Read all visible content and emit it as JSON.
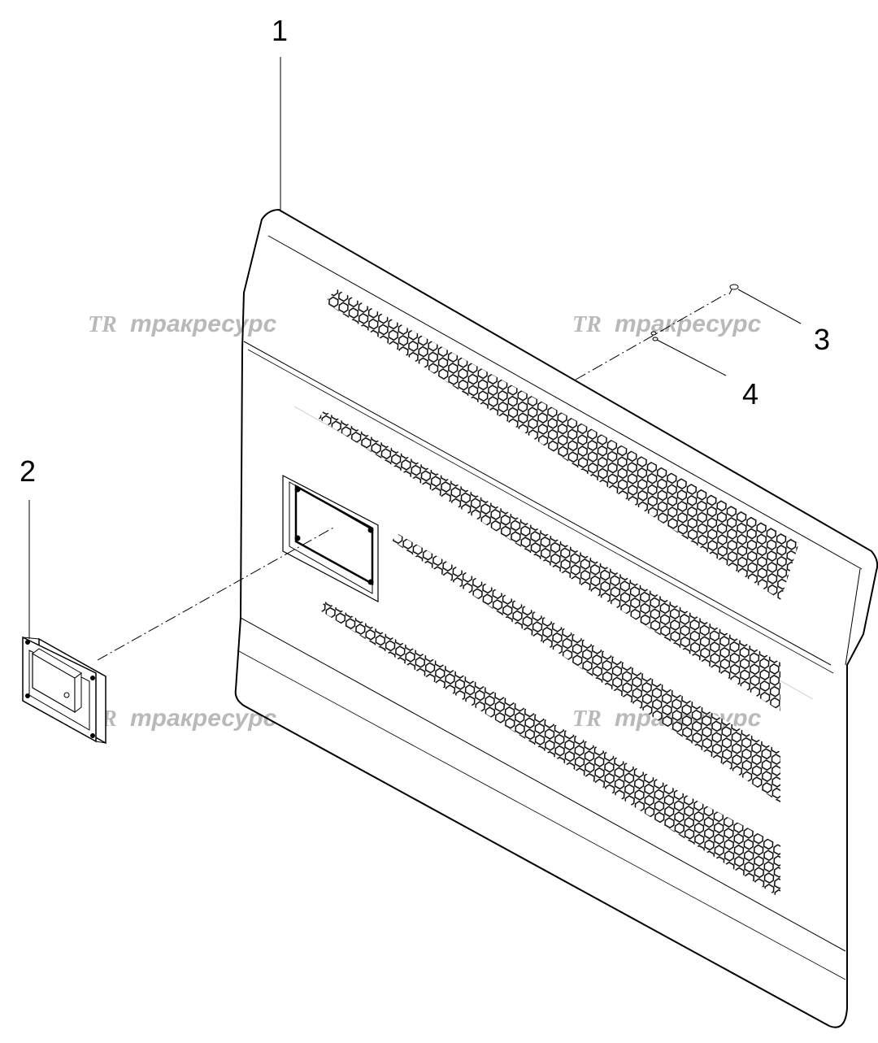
{
  "diagram": {
    "callouts": [
      {
        "id": "1",
        "label": "1"
      },
      {
        "id": "2",
        "label": "2"
      },
      {
        "id": "3",
        "label": "3"
      },
      {
        "id": "4",
        "label": "4"
      }
    ],
    "watermark": {
      "logo": "TR",
      "text": "тракресурс"
    }
  }
}
